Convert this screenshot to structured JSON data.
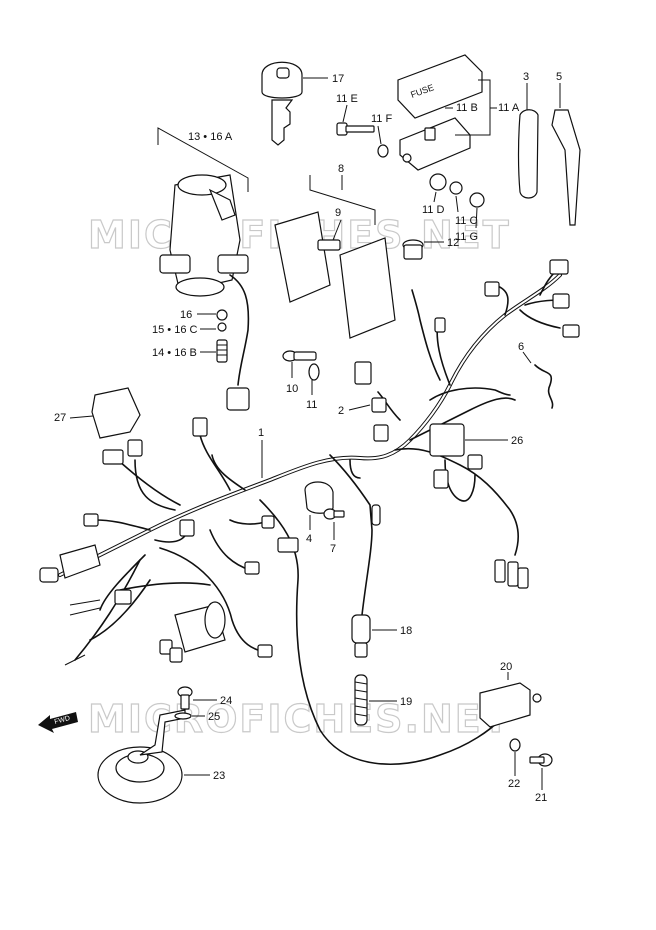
{
  "watermarks": [
    "MICROFICHES.NET",
    "MICROFICHES.NET"
  ],
  "fwd_label": "FWD",
  "fuse_text": "FUSE",
  "callouts": {
    "p1": "1",
    "p2": "2",
    "p3": "3",
    "p4": "4",
    "p5": "5",
    "p6": "6",
    "p7": "7",
    "p8": "8",
    "p9": "9",
    "p10": "10",
    "p11": "11",
    "p11A": "11 A",
    "p11B": "11 B",
    "p11C": "11 C",
    "p11D": "11 D",
    "p11E": "11 E",
    "p11F": "11 F",
    "p11G": "11 G",
    "p12": "12",
    "p13_16A": "13 • 16 A",
    "p14_16B": "14 • 16 B",
    "p15_16C": "15 • 16 C",
    "p16": "16",
    "p17": "17",
    "p18": "18",
    "p19": "19",
    "p20": "20",
    "p21": "21",
    "p22": "22",
    "p23": "23",
    "p24": "24",
    "p25": "25",
    "p26": "26",
    "p27": "27"
  }
}
